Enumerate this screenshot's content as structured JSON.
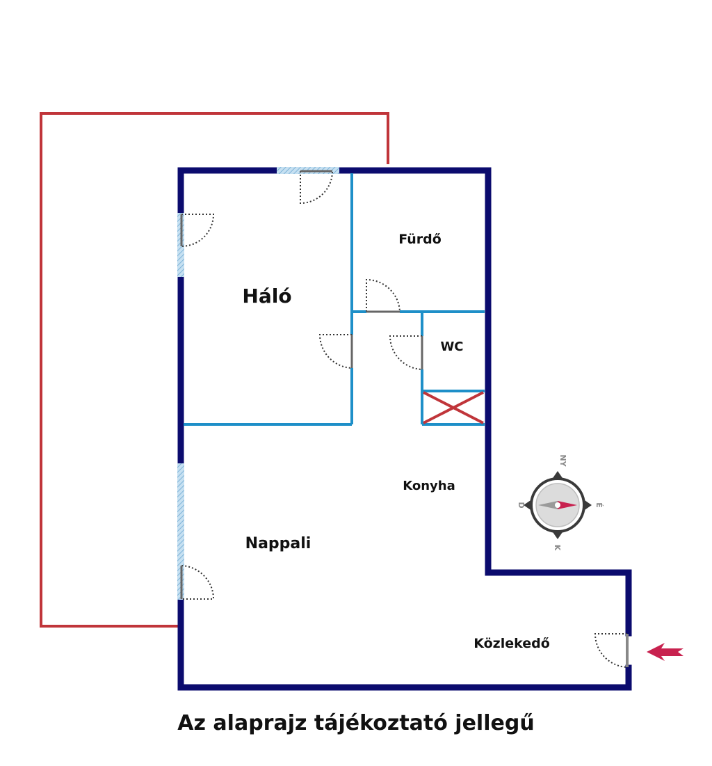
{
  "rooms": {
    "halo": "Háló",
    "furdo": "Fürdő",
    "wc": "WC",
    "konyha": "Konyha",
    "nappali": "Nappali",
    "kozlekedo": "Közlekedő"
  },
  "compass": {
    "north": "NY",
    "east": "É",
    "south": "K",
    "west": "D"
  },
  "disclaimer": "Az alaprajz tájékoztató jellegű",
  "colors": {
    "outer_wall": "#0b0b6e",
    "inner_wall": "#1e8fc8",
    "balcony_outline": "#c0353a",
    "blocked_mark": "#c0353a",
    "window": "#a9cde6",
    "entrance_arrow": "#c8224f",
    "compass_ring": "#3a3a3a",
    "compass_needle": "#c8224f"
  }
}
